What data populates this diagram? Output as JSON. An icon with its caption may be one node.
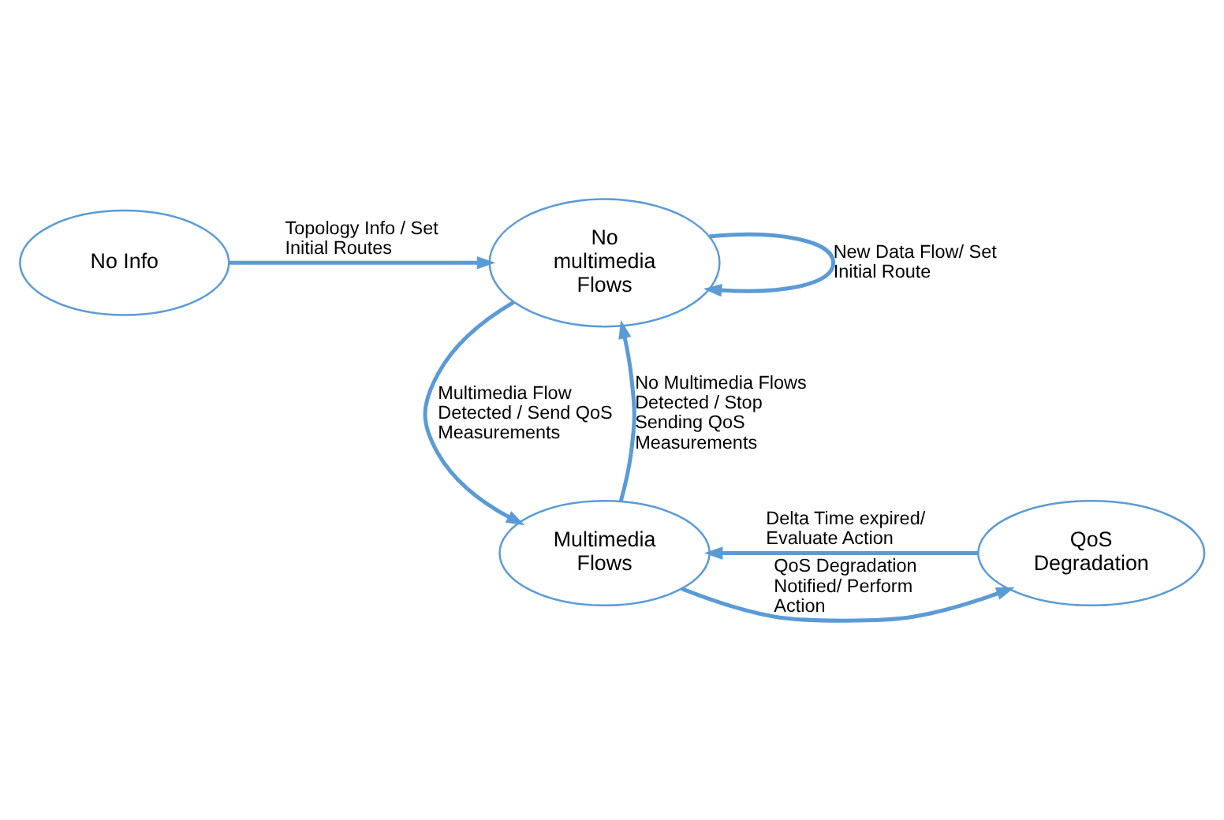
{
  "diagram": {
    "nodes": [
      {
        "text": [
          "No Info"
        ]
      },
      {
        "text": [
          "No multimedia Flows"
        ]
      },
      {
        "text": [
          "Multimedia Flows"
        ]
      },
      {
        "text": [
          "QoS Degradation"
        ]
      }
    ],
    "edges": [
      {
        "from": 0,
        "to": 1,
        "arrow": "to",
        "label": "Topology Info / Set Initial Routes"
      },
      {
        "from": 1,
        "to": 1,
        "arrow": "to",
        "label": "New Data Flow/ Set Initial Route"
      },
      {
        "from": 1,
        "to": 2,
        "arrow": "to",
        "label": "Multimedia Flow Detected / Send QoS Measurements"
      },
      {
        "from": 2,
        "to": 1,
        "arrow": "to",
        "label": "No Multimedia Flows Detected / Stop Sending QoS Measurements"
      },
      {
        "from": 2,
        "to": 3,
        "arrow": "to",
        "label": "QoS Degradation Notified/ Perform Action"
      },
      {
        "from": 3,
        "to": 2,
        "arrow": "to",
        "label": "Delta Time expired/ Evaluate Action"
      }
    ]
  }
}
